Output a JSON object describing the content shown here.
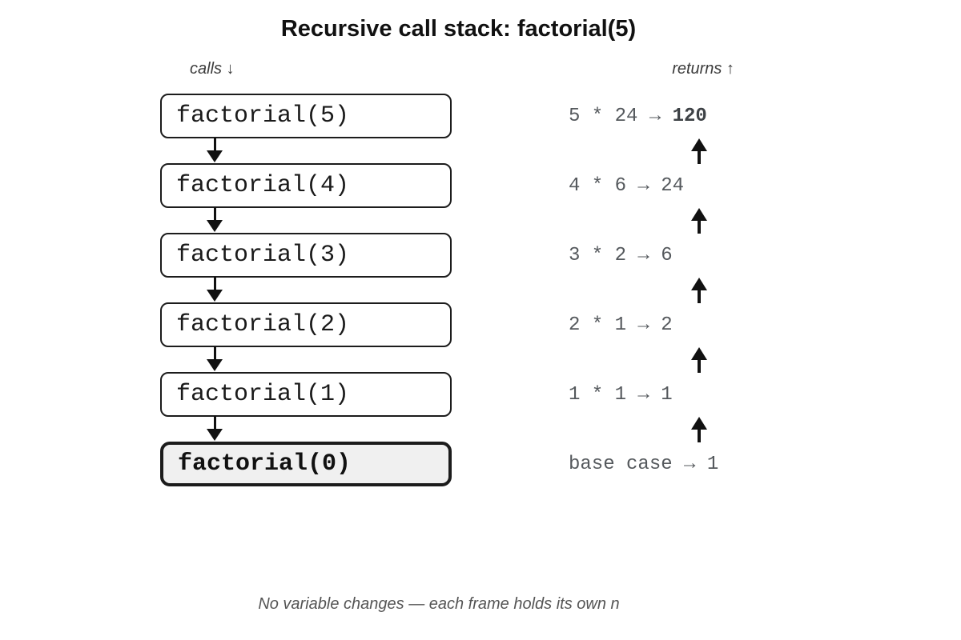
{
  "header": {
    "title": "Recursive call stack: factorial(5)"
  },
  "columns": {
    "calls_label": "calls ↓",
    "returns_label": "returns ↑"
  },
  "frames": [
    {
      "call": "factorial(5)",
      "return_expr": "5 * 24 → ",
      "return_result": "120",
      "result_emphasis": true,
      "base_case": false
    },
    {
      "call": "factorial(4)",
      "return_expr": "4 * 6 → ",
      "return_result": "24",
      "result_emphasis": false,
      "base_case": false
    },
    {
      "call": "factorial(3)",
      "return_expr": "3 * 2 → ",
      "return_result": "6",
      "result_emphasis": false,
      "base_case": false
    },
    {
      "call": "factorial(2)",
      "return_expr": "2 * 1 → ",
      "return_result": "2",
      "result_emphasis": false,
      "base_case": false
    },
    {
      "call": "factorial(1)",
      "return_expr": "1 * 1 → ",
      "return_result": "1",
      "result_emphasis": false,
      "base_case": false
    },
    {
      "call": "factorial(0)",
      "return_expr": "base case → ",
      "return_result": "1",
      "result_emphasis": false,
      "base_case": true
    }
  ],
  "footer": {
    "note": "No variable changes — each frame holds its own n"
  },
  "colors": {
    "background": "#ffffff",
    "box_border": "#1c1c1c",
    "base_case_background": "#f0f0f0",
    "returns_text": "#55595d",
    "label_text": "#3c3c3c",
    "footer_text": "#555555",
    "arrow": "#111111"
  }
}
